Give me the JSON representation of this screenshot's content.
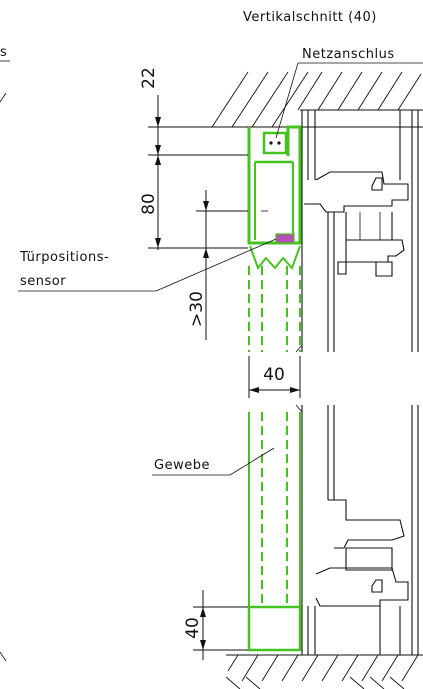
{
  "title": "Vertikalschnitt (40)",
  "labels": {
    "power_connection": "Netzanschlus",
    "door_sensor_line1": "Türpositions-",
    "door_sensor_line2": "sensor",
    "fabric": "Gewebe",
    "left_edge_fragment": "s"
  },
  "dimensions": {
    "top_gap": "22",
    "sensor_height": "80",
    "below_sensor": ">30",
    "profile_width": "40",
    "bottom_rail": "40"
  },
  "colors": {
    "screen_profile": "#44c21e",
    "sensor": "#b54fb5",
    "line": "#111111"
  }
}
